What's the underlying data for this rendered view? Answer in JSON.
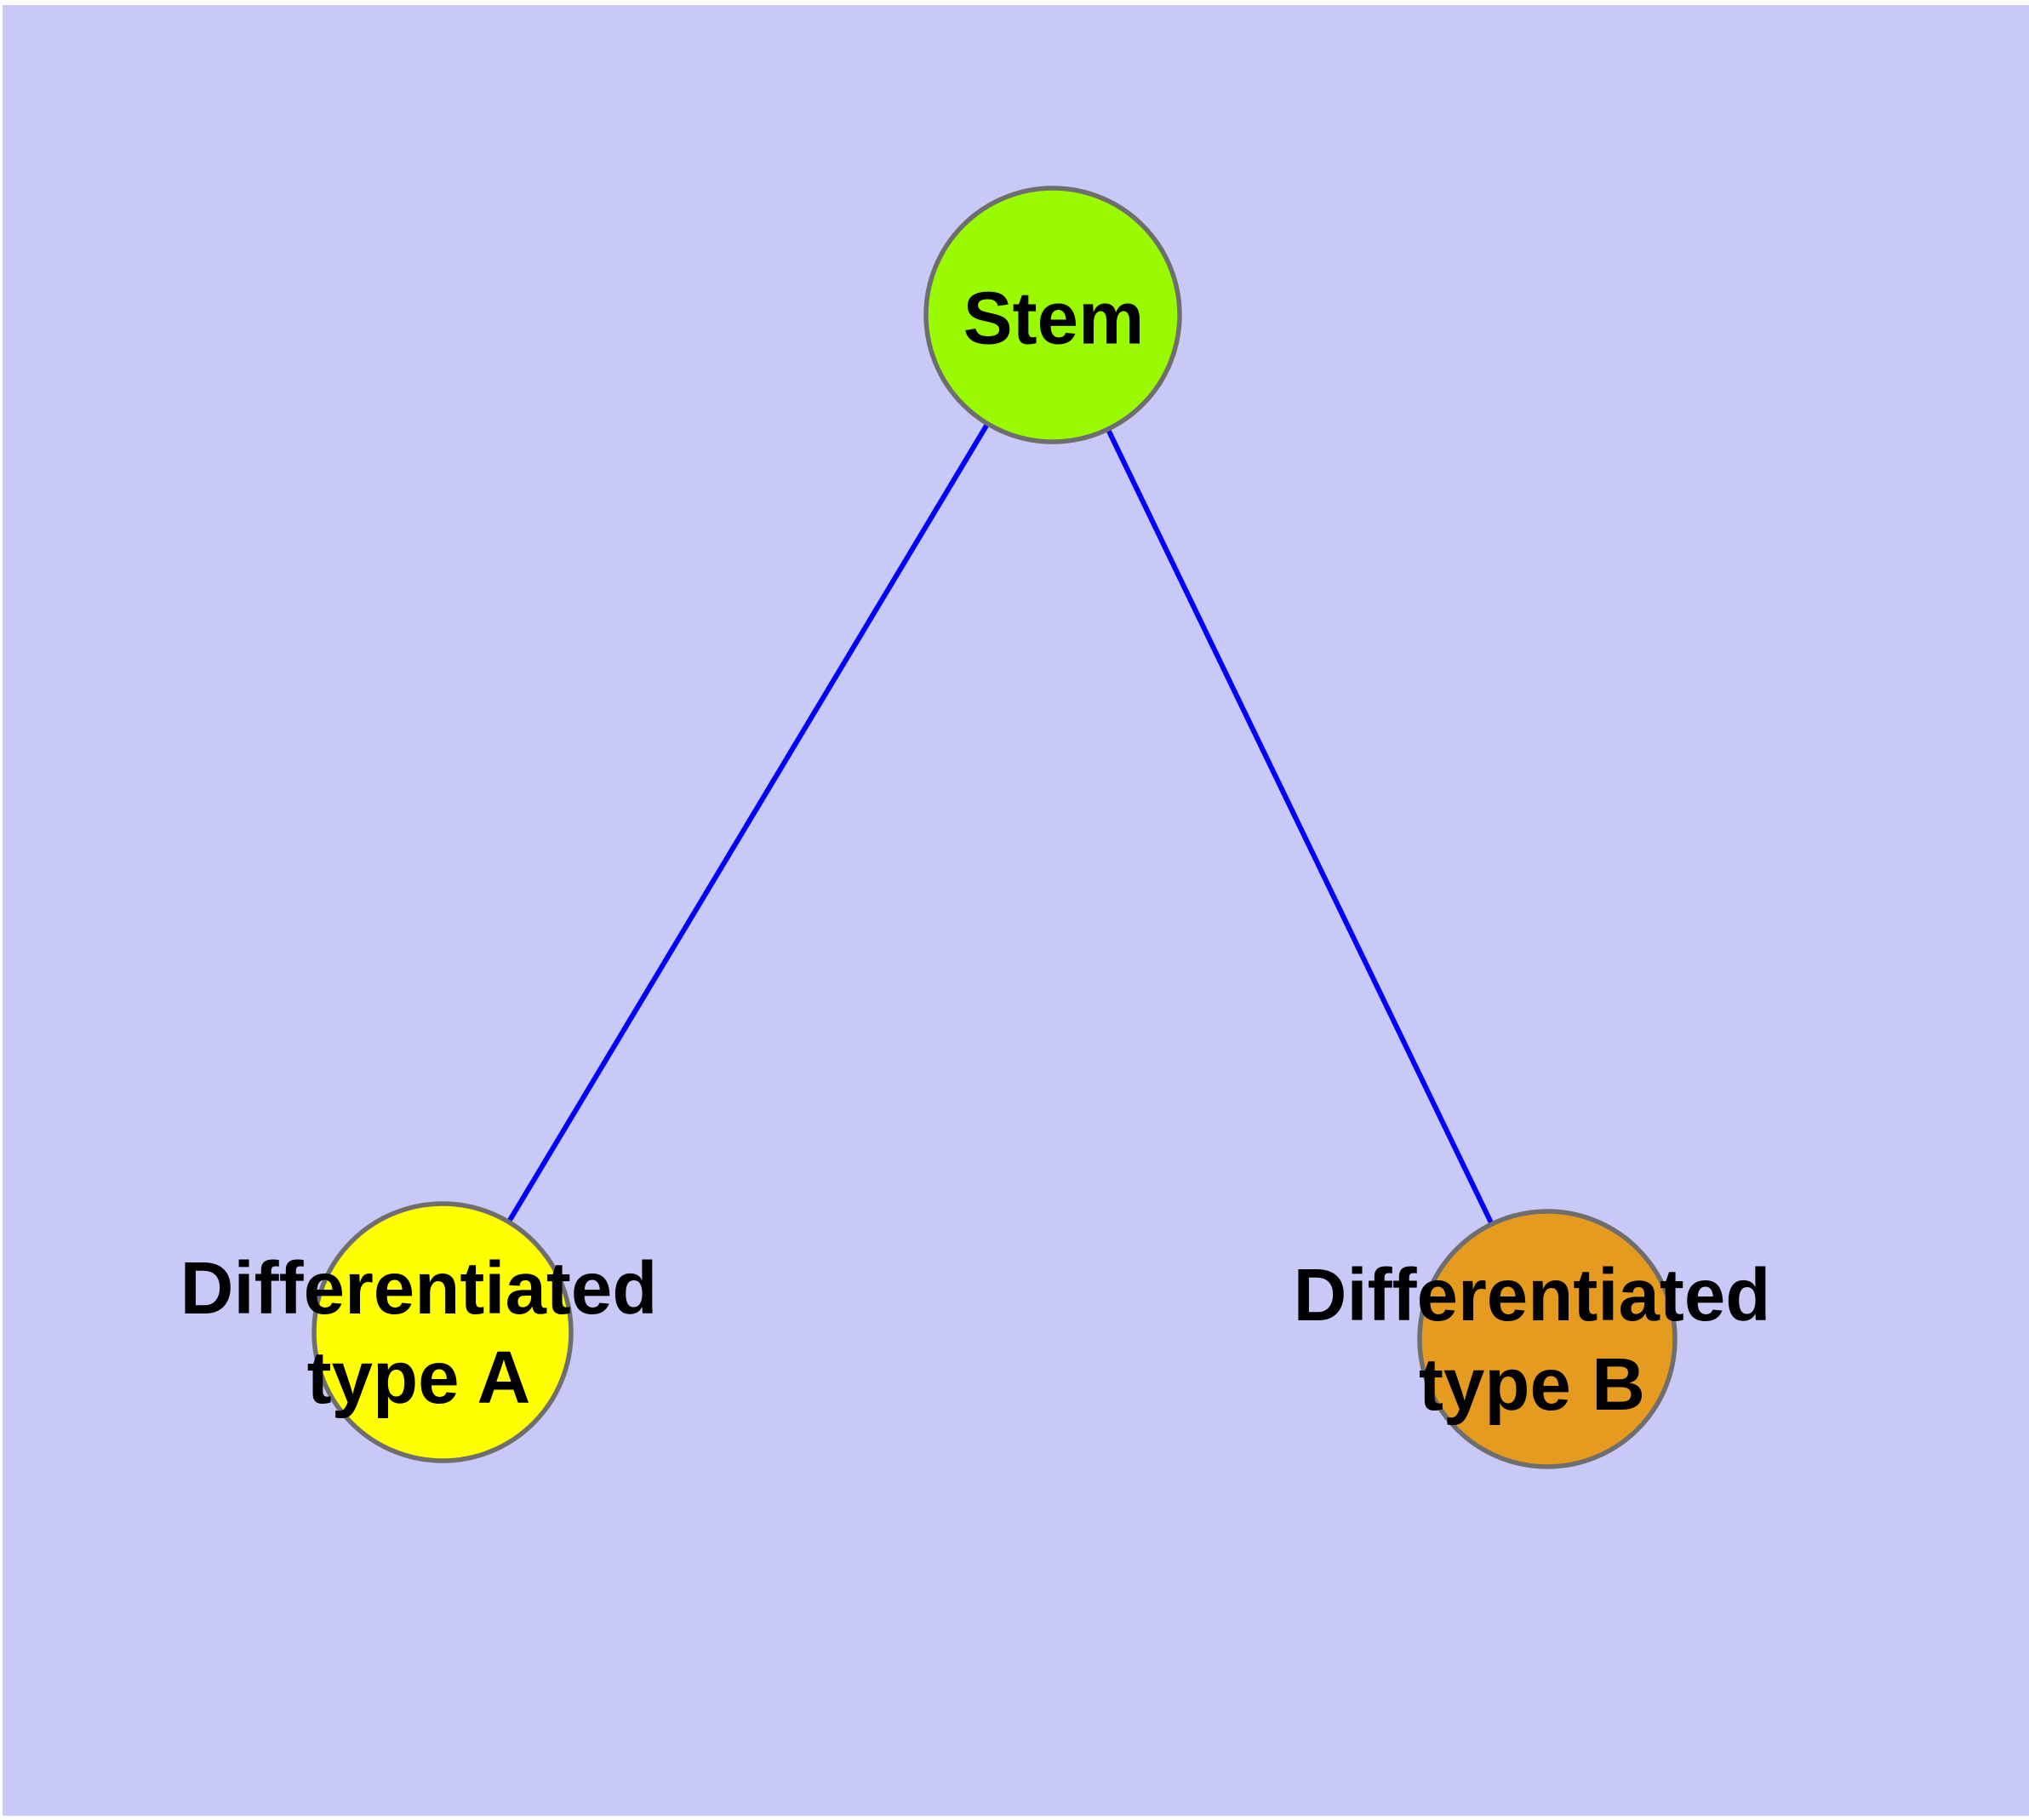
{
  "diagram": {
    "type": "graph",
    "description": "Stem cell differentiation graph: one stem node linked to two differentiated cell type nodes",
    "background_color": "#C9C9F8",
    "page_margin_color": "#FFFFFF",
    "edge_color": "#0000FF",
    "node_border_color": "#6E6E6E",
    "label_color": "#000000",
    "nodes": [
      {
        "id": "stem",
        "label": "Stem",
        "color": "#9AFA00"
      },
      {
        "id": "differentiated-type-a",
        "label": "Differentiated\ntype A",
        "color": "#FFFF00"
      },
      {
        "id": "differentiated-type-b",
        "label": "Differentiated\ntype B",
        "color": "#E59B20"
      }
    ],
    "edges": [
      {
        "from": "Stem",
        "to": "Differentiated type A"
      },
      {
        "from": "Stem",
        "to": "Differentiated type B"
      }
    ]
  }
}
